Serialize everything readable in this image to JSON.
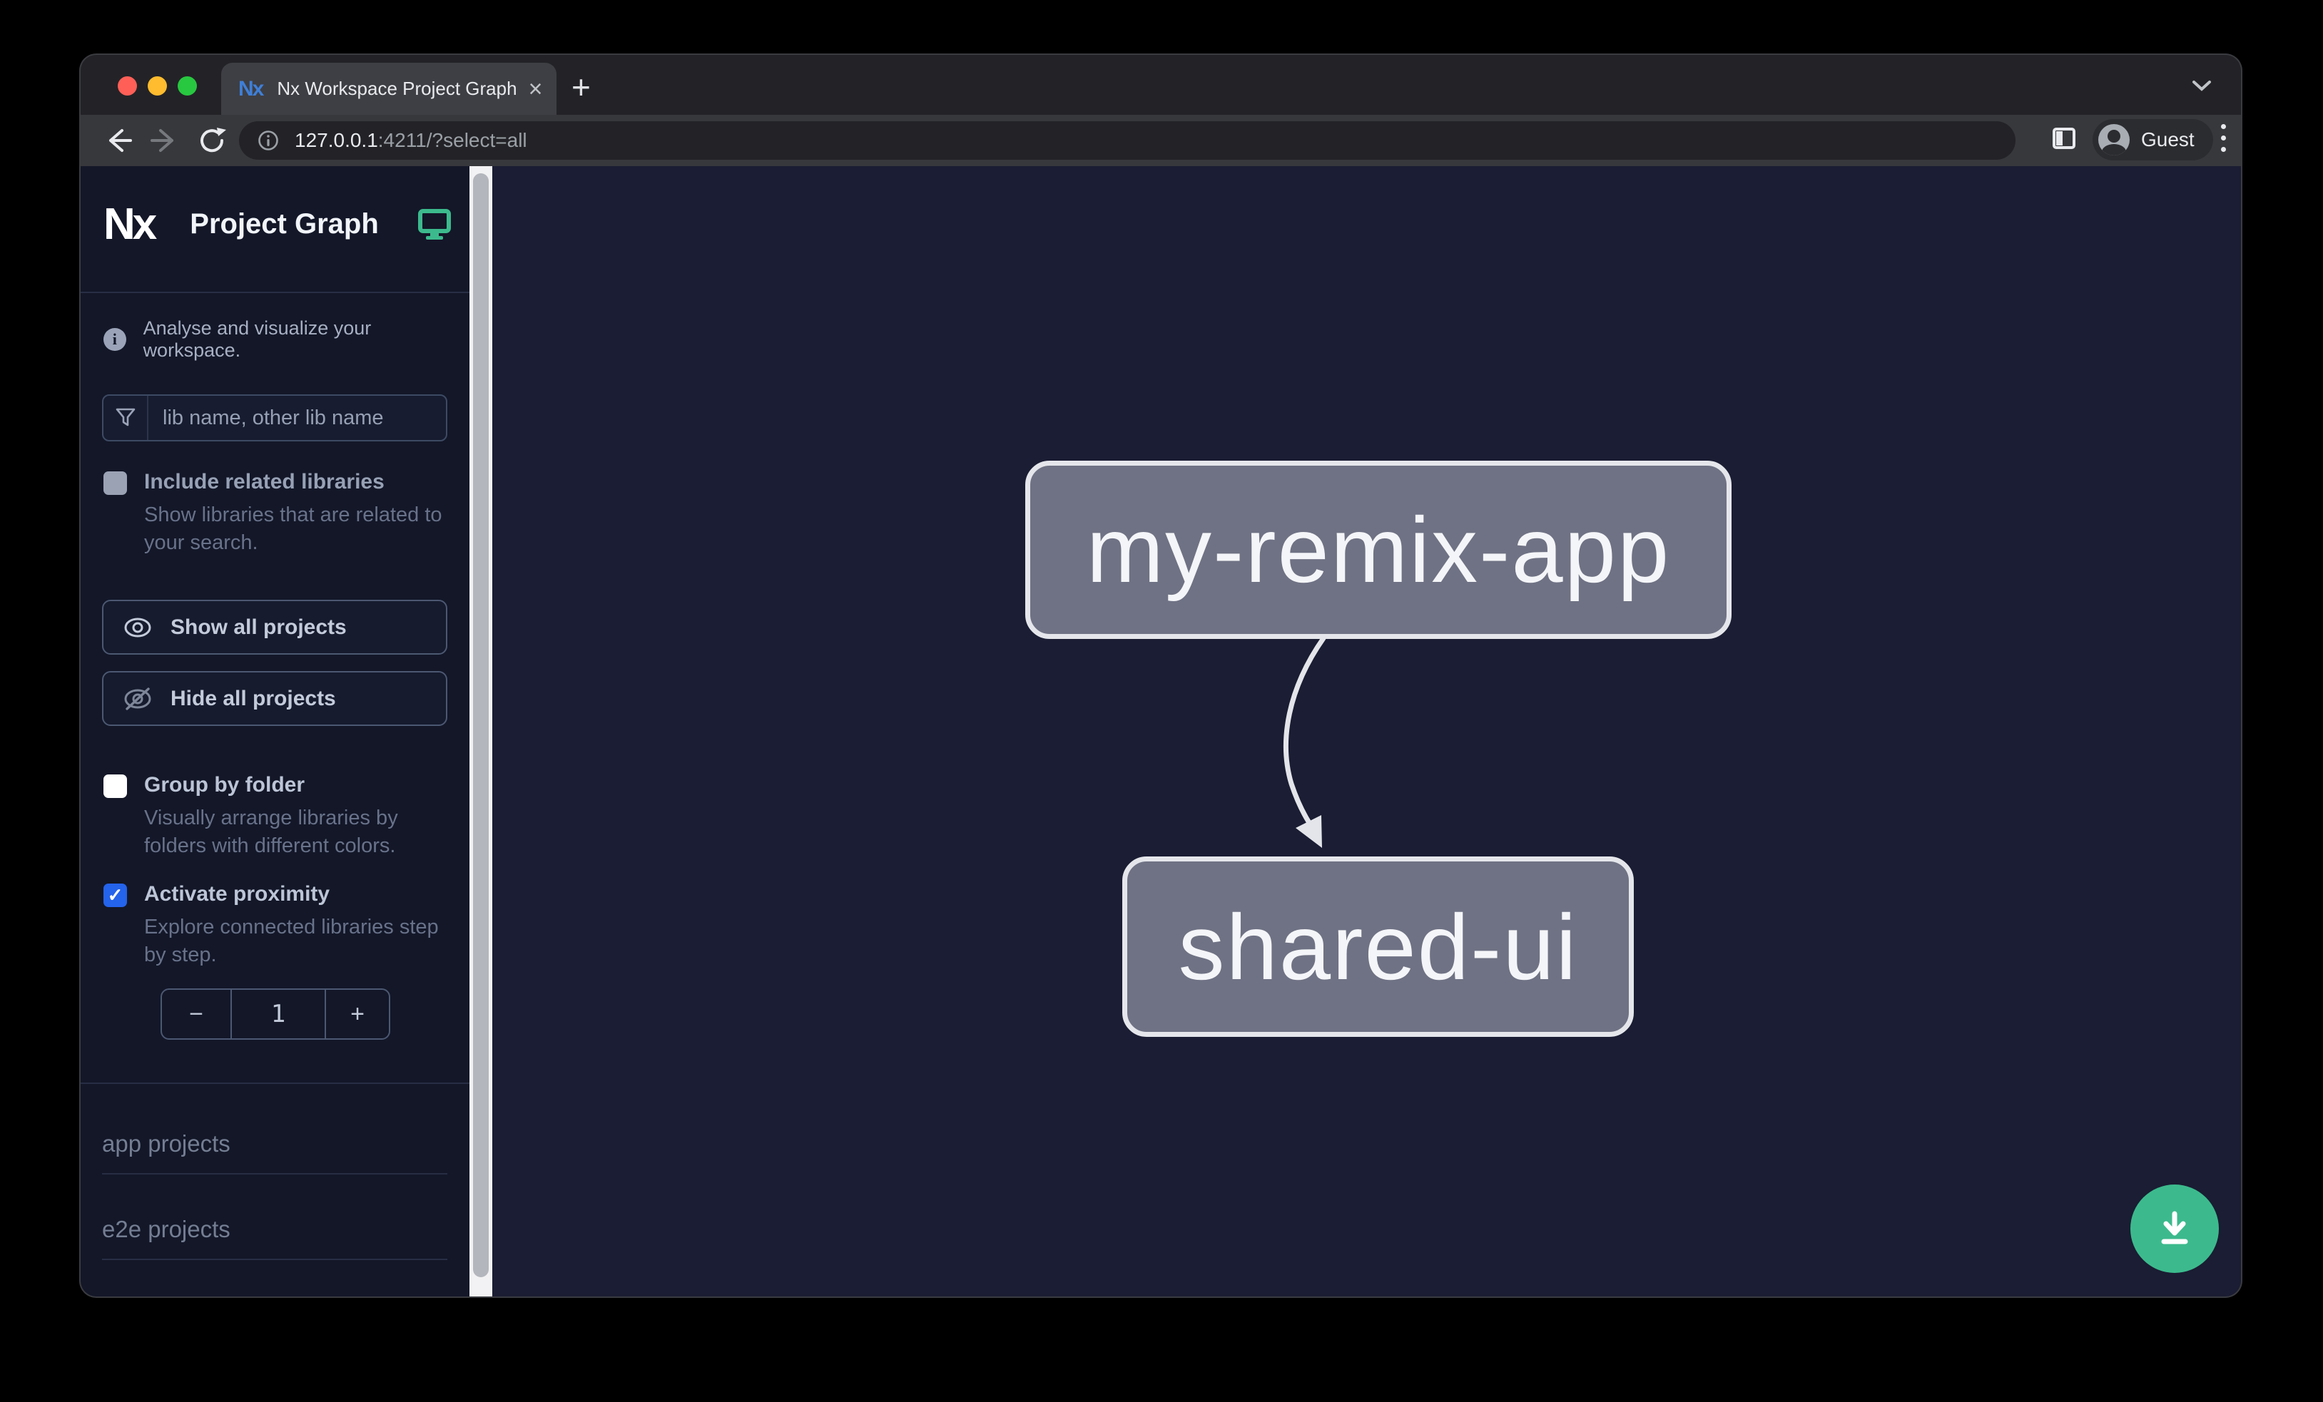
{
  "browser": {
    "tab": {
      "title": "Nx Workspace Project Graph",
      "close_glyph": "×",
      "new_tab_glyph": "+"
    },
    "address": {
      "host": "127.0.0.1",
      "rest": ":4211/?select=all"
    },
    "profile_label": "Guest"
  },
  "sidebar": {
    "logo_text": "Nx",
    "app_title": "Project Graph",
    "tagline": "Analyse and visualize your workspace.",
    "filter": {
      "placeholder": "lib name, other lib name",
      "value": ""
    },
    "include_related": {
      "label": "Include related libraries",
      "description": "Show libraries that are related to your search.",
      "checked": false
    },
    "buttons": {
      "show_all": "Show all projects",
      "hide_all": "Hide all projects"
    },
    "group_by_folder": {
      "label": "Group by folder",
      "description": "Visually arrange libraries by folders with different colors.",
      "checked": false
    },
    "activate_proximity": {
      "label": "Activate proximity",
      "description": "Explore connected libraries step by step.",
      "checked": true,
      "check_glyph": "✓"
    },
    "proximity_stepper": {
      "decrement": "−",
      "value": "1",
      "increment": "+"
    },
    "sections": [
      {
        "label": "app projects"
      },
      {
        "label": "e2e projects"
      }
    ]
  },
  "graph": {
    "nodes": [
      {
        "label": "my-remix-app"
      },
      {
        "label": "shared-ui"
      }
    ],
    "edges": [
      {
        "source": "my-remix-app",
        "target": "shared-ui"
      }
    ]
  },
  "colors": {
    "accent_blue": "#2463eb",
    "fab_green": "#3cba8d",
    "header_icon_teal": "#3cba8d",
    "node_fill": "#6f7284",
    "node_border": "#e4e6eb",
    "sidebar_bg": "#131728",
    "canvas_bg": "#1a1d33"
  }
}
